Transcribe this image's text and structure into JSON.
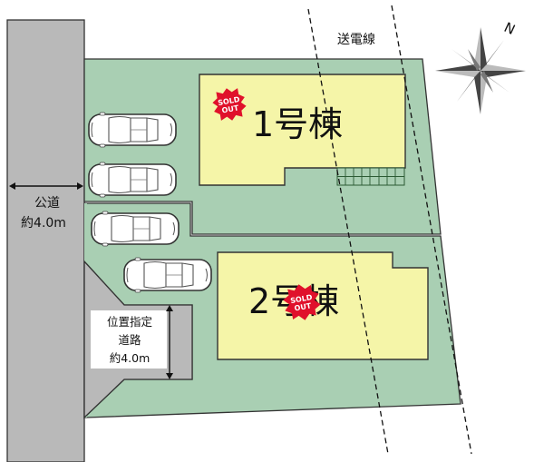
{
  "power_line_label": "送電線",
  "compass_label": "N",
  "public_road": {
    "line1": "公道",
    "line2": "約4.0m"
  },
  "designated_road": {
    "line1": "位置指定",
    "line2": "道路",
    "line3": "約4.0m"
  },
  "building_1": {
    "label": "1号棟",
    "badge_line1": "SOLD",
    "badge_line2": "OUT"
  },
  "building_2": {
    "label": "2号棟",
    "badge_line1": "SOLD",
    "badge_line2": "OUT"
  },
  "colors": {
    "lot_green": "#a9cfb3",
    "building_yellow": "#f5f5a8",
    "road_gray": "#b9b9b9",
    "badge_red": "#e0112b"
  }
}
